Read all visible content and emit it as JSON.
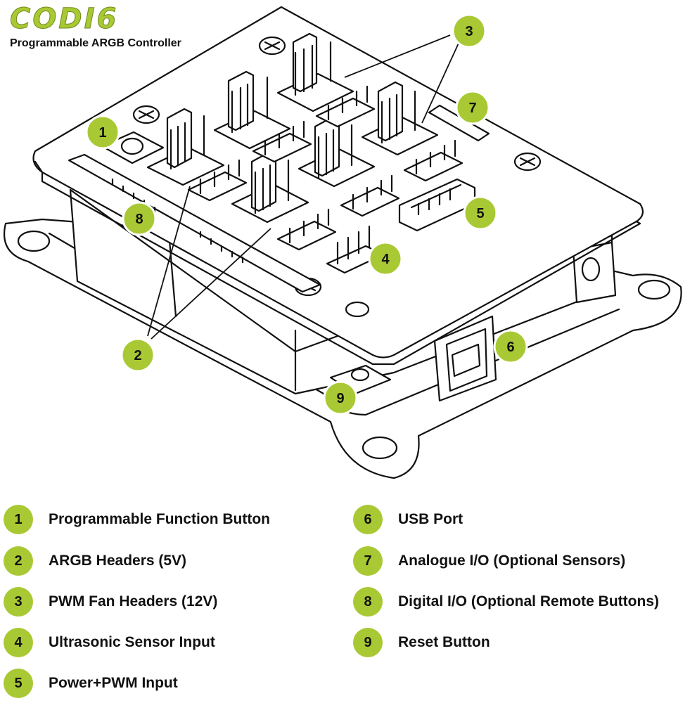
{
  "brand": {
    "logo": "CODI6",
    "subtitle": "Programmable ARGB Controller",
    "accent_color": "#a9c934",
    "ink_color": "#111111"
  },
  "callouts": [
    {
      "number": "1"
    },
    {
      "number": "2"
    },
    {
      "number": "3"
    },
    {
      "number": "4"
    },
    {
      "number": "5"
    },
    {
      "number": "6"
    },
    {
      "number": "7"
    },
    {
      "number": "8"
    },
    {
      "number": "9"
    }
  ],
  "legend": [
    {
      "number": "1",
      "label": "Programmable Function Button"
    },
    {
      "number": "2",
      "label": "ARGB Headers (5V)"
    },
    {
      "number": "3",
      "label": "PWM Fan Headers (12V)"
    },
    {
      "number": "4",
      "label": "Ultrasonic Sensor Input"
    },
    {
      "number": "5",
      "label": "Power+PWM Input"
    },
    {
      "number": "6",
      "label": "USB Port"
    },
    {
      "number": "7",
      "label": "Analogue I/O (Optional Sensors)"
    },
    {
      "number": "8",
      "label": "Digital I/O (Optional Remote Buttons)"
    },
    {
      "number": "9",
      "label": "Reset Button"
    }
  ]
}
